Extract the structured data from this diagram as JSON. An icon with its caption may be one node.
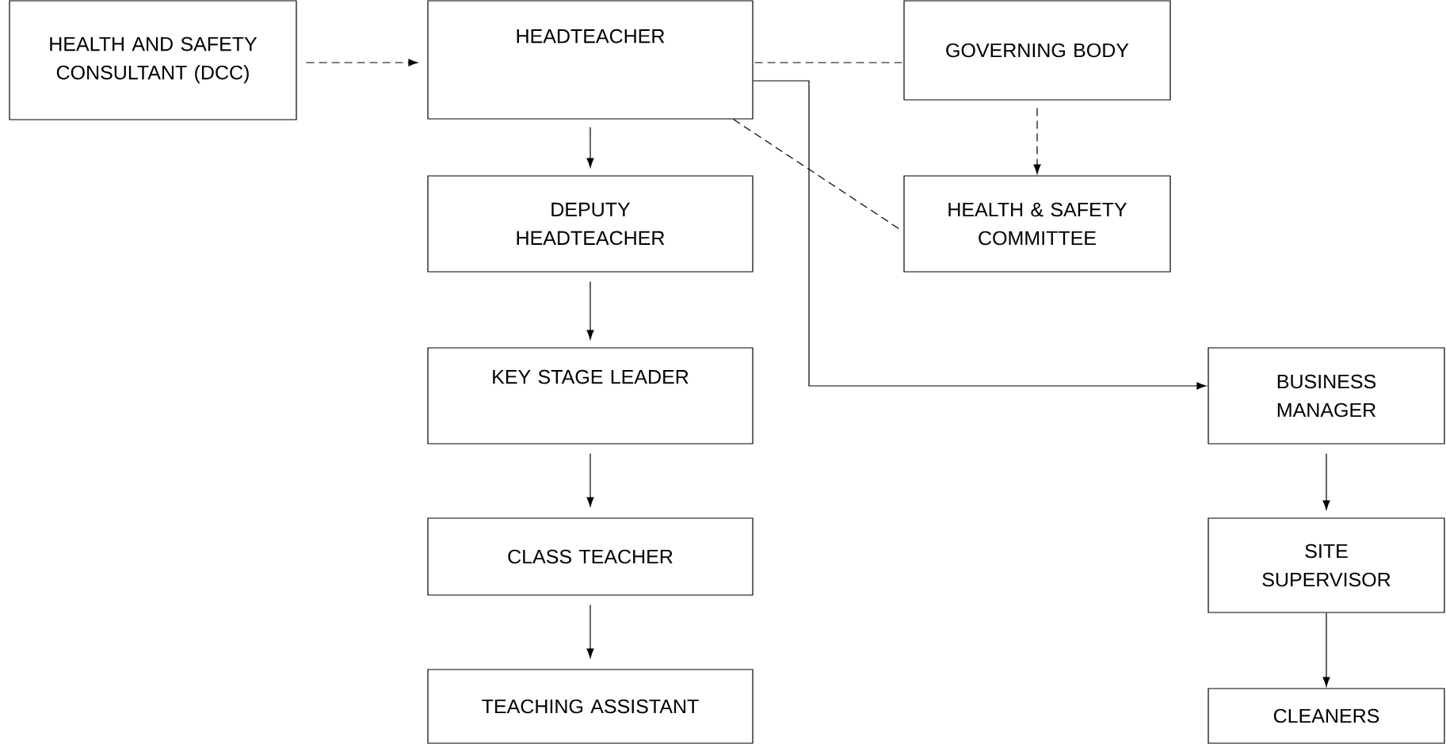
{
  "diagram": {
    "nodes": [
      {
        "text": [
          "HEALTH AND SAFETY CONSULTANT (DCC)"
        ]
      },
      {
        "text": [
          "HEADTEACHER"
        ]
      },
      {
        "text": [
          "GOVERNING BODY"
        ]
      },
      {
        "text": [
          "DEPUTY HEADTEACHER"
        ]
      },
      {
        "text": [
          "HEALTH & SAFETY COMMITTEE"
        ]
      },
      {
        "text": [
          "KEY STAGE LEADER"
        ]
      },
      {
        "text": [
          "BUSINESS MANAGER"
        ]
      },
      {
        "text": [
          "CLASS TEACHER"
        ]
      },
      {
        "text": [
          "SITE SUPERVISOR"
        ]
      },
      {
        "text": [
          "TEACHING ASSISTANT"
        ]
      },
      {
        "text": [
          "CLEANERS"
        ]
      }
    ],
    "edges": [
      {
        "from": 0,
        "to": 1,
        "arrow": "to",
        "style": "dashed"
      },
      {
        "from": 1,
        "to": 2,
        "arrow": "none",
        "style": "dashed"
      },
      {
        "from": 1,
        "to": 4,
        "arrow": "none",
        "style": "dashed"
      },
      {
        "from": 2,
        "to": 4,
        "arrow": "to",
        "style": "dashed"
      },
      {
        "from": 1,
        "to": 3,
        "arrow": "to"
      },
      {
        "from": 3,
        "to": 5,
        "arrow": "to"
      },
      {
        "from": 1,
        "to": 6,
        "arrow": "to"
      },
      {
        "from": 5,
        "to": 7,
        "arrow": "to"
      },
      {
        "from": 7,
        "to": 9,
        "arrow": "to"
      },
      {
        "from": 6,
        "to": 8,
        "arrow": "to"
      },
      {
        "from": 8,
        "to": 10,
        "arrow": "to"
      }
    ]
  }
}
